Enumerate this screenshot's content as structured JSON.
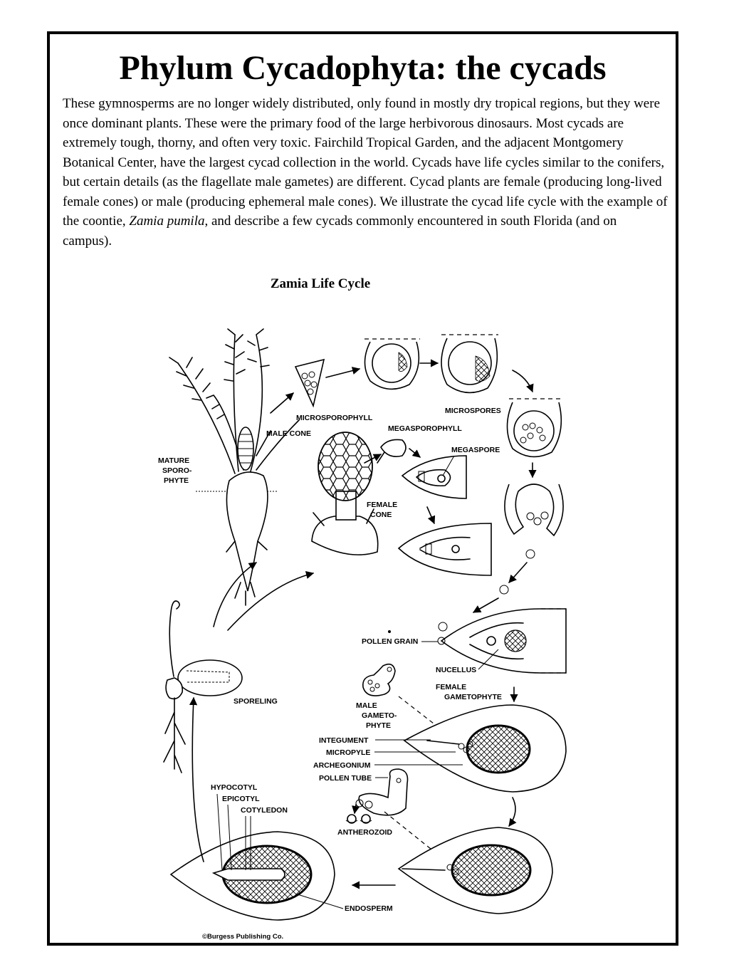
{
  "title": "Phylum Cycadophyta: the cycads",
  "intro": {
    "before_italic": "These gymnosperms are no longer widely distributed, only found in mostly dry tropical regions, but they were once dominant plants.  These were the primary food of the large herbivorous dinosaurs.  Most cycads are extremely tough, thorny, and often very toxic.  Fairchild Tropical Garden, and the adjacent Montgomery Botanical Center, have the largest cycad collection in the world.  Cycads have life cycles similar to the conifers, but certain details (as the flagellate male gametes) are different.  Cycad plants are female (producing long-lived female cones) or male (producing ephemeral male cones).  We illustrate the cycad life cycle with the example of the coontie, ",
    "italic": "Zamia pumila",
    "after_italic": ", and describe a few cycads commonly encountered in south Florida (and on campus)."
  },
  "diagram": {
    "title": "Zamia Life Cycle",
    "labels": {
      "mature_sporophyte": [
        "MATURE",
        "SPORO-",
        "PHYTE"
      ],
      "male_cone": "MALE CONE",
      "microsporophyll": "MICROSPOROPHYLL",
      "microspores": "MICROSPORES",
      "megasporophyll": "MEGASPOROPHYLL",
      "megaspore": "MEGASPORE",
      "female_cone": [
        "FEMALE",
        "CONE"
      ],
      "pollen_grain": "POLLEN GRAIN",
      "nucellus": "NUCELLUS",
      "female_gametophyte": [
        "FEMALE",
        "GAMETOPHYTE"
      ],
      "male_gametophyte": [
        "MALE",
        "GAMETO-",
        "PHYTE"
      ],
      "sporeling": "SPORELING",
      "integument": "INTEGUMENT",
      "micropyle": "MICROPYLE",
      "archegonium": "ARCHEGONIUM",
      "pollen_tube": "POLLEN TUBE",
      "antherozoid": "ANTHEROZOID",
      "hypocotyl": "HYPOCOTYL",
      "epicotyl": "EPICOTYL",
      "cotyledon": "COTYLEDON",
      "endosperm": "ENDOSPERM"
    },
    "credit": "©Burgess Publishing Co."
  }
}
